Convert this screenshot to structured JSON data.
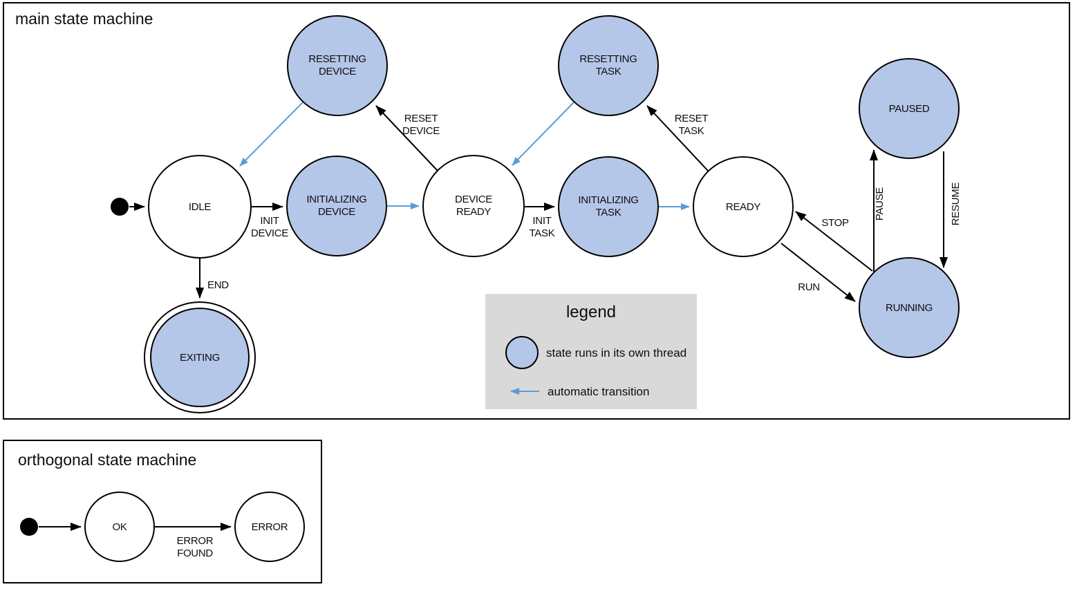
{
  "colors": {
    "state_fill": "#b5c7e8",
    "auto_transition": "#5b9bd5",
    "legend_bg": "#d9d9d9",
    "stroke": "#000000"
  },
  "main_machine": {
    "title": "main state machine",
    "states": {
      "idle": {
        "label": "IDLE"
      },
      "initializing_device": {
        "line1": "INITIALIZING",
        "line2": "DEVICE"
      },
      "device_ready": {
        "line1": "DEVICE",
        "line2": "READY"
      },
      "initializing_task": {
        "line1": "INITIALIZING",
        "line2": "TASK"
      },
      "ready": {
        "label": "READY"
      },
      "resetting_device": {
        "line1": "RESETTING",
        "line2": "DEVICE"
      },
      "resetting_task": {
        "line1": "RESETTING",
        "line2": "TASK"
      },
      "paused": {
        "label": "PAUSED"
      },
      "running": {
        "label": "RUNNING"
      },
      "exiting": {
        "label": "EXITING"
      }
    },
    "transitions": {
      "init_device": {
        "line1": "INIT",
        "line2": "DEVICE"
      },
      "reset_device": {
        "line1": "RESET",
        "line2": "DEVICE"
      },
      "init_task": {
        "line1": "INIT",
        "line2": "TASK"
      },
      "reset_task": {
        "line1": "RESET",
        "line2": "TASK"
      },
      "stop": {
        "label": "STOP"
      },
      "run": {
        "label": "RUN"
      },
      "pause": {
        "label": "PAUSE"
      },
      "resume": {
        "label": "RESUME"
      },
      "end": {
        "label": "END"
      }
    }
  },
  "legend": {
    "title": "legend",
    "threaded_state": "state runs in its own thread",
    "automatic_transition": "automatic transition"
  },
  "orthogonal_machine": {
    "title": "orthogonal state machine",
    "states": {
      "ok": {
        "label": "OK"
      },
      "error": {
        "label": "ERROR"
      }
    },
    "transitions": {
      "error_found": {
        "line1": "ERROR",
        "line2": "FOUND"
      }
    }
  }
}
